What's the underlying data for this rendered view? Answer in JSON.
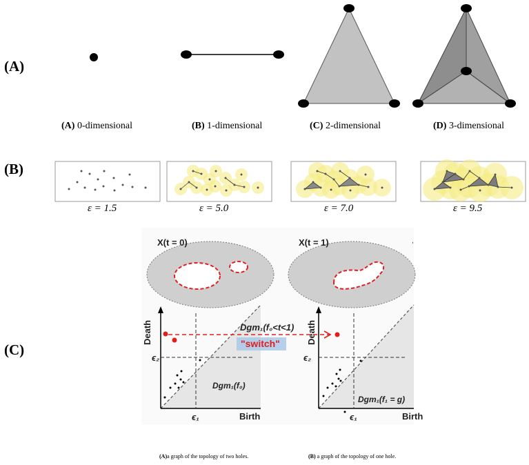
{
  "row_labels": {
    "a": "(A)",
    "b": "(B)",
    "c": "(C)"
  },
  "simplices": [
    {
      "letter": "(A)",
      "text": " 0-dimensional"
    },
    {
      "letter": "(B)",
      "text": " 1-dimensional"
    },
    {
      "letter": "(C)",
      "text": " 2-dimensional"
    },
    {
      "letter": "(D)",
      "text": " 3-dimensional"
    }
  ],
  "filtration": {
    "panels": [
      {
        "label": "ε = 1.5"
      },
      {
        "label": "ε = 5.0"
      },
      {
        "label": "ε = 7.0"
      },
      {
        "label": "ε = 9.5"
      }
    ]
  },
  "persistence": {
    "left_title": "X(t = 0)",
    "right_title": "X(t = 1)",
    "axis_death": "Death",
    "axis_birth": "Birth",
    "eps1": "ϵ₁",
    "eps2": "ϵ₂",
    "left_dgm": "Dgm₁(f₀)",
    "right_dgm": "Dgm₁(f₁ = g)",
    "mid_dgm": "Dgm₁(f₀<t<1)",
    "switch": "\"switch\"",
    "colors": {
      "hole_edge": "#e01e1e",
      "disc_fill": "#cfcfcf",
      "shade": "#e6e6e6",
      "switch_bg": "#a9c7e6"
    }
  },
  "captions": {
    "left": {
      "letter": "(A)",
      "text": "a graph of the topology of two holes."
    },
    "right": {
      "letter": "(B)",
      "text": " a graph of the topology of one hole."
    }
  }
}
